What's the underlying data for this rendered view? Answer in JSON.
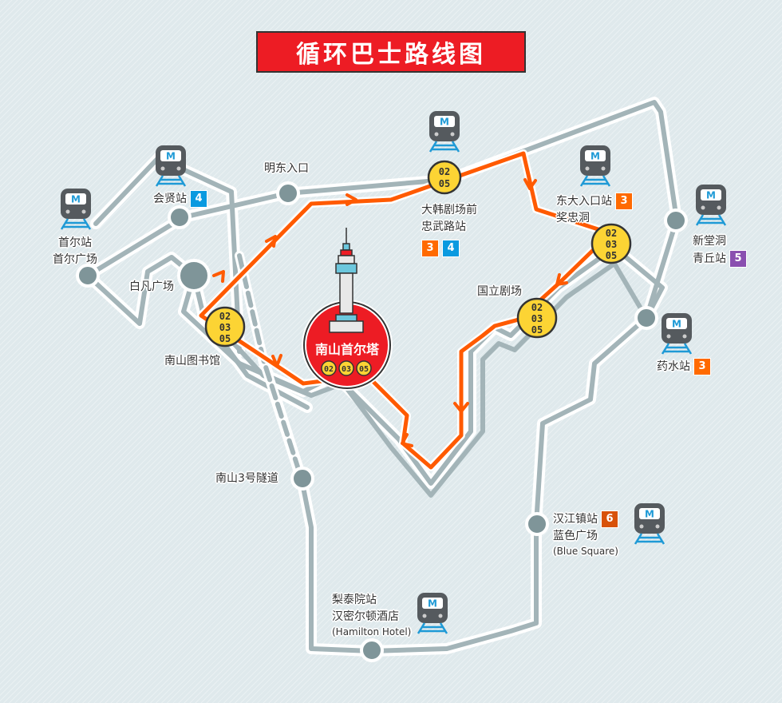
{
  "title": "循环巴士路线图",
  "colors": {
    "title_bg": "#ed1c24",
    "bus_route": "#ff5a00",
    "road": "#a3b4b8",
    "station_node": "#7f9599",
    "stop_yellow": "#fcd434",
    "tower_circle": "#ed1c24",
    "line3": "#ff6a00",
    "line4": "#0a9ae0",
    "line5": "#8a4fb0",
    "line6": "#d8520a",
    "metro_icon_body": "#555a5e",
    "metro_icon_accent": "#1f9ad6"
  },
  "landmark": {
    "name": "南山首尔塔",
    "routes": [
      "02",
      "03",
      "05"
    ]
  },
  "bus_stops": [
    {
      "id": "namsan-library",
      "routes": [
        "02",
        "03",
        "05"
      ]
    },
    {
      "id": "daehan-theater",
      "routes": [
        "02",
        "05"
      ]
    },
    {
      "id": "jangchung",
      "routes": [
        "02",
        "03",
        "05"
      ]
    },
    {
      "id": "national-theater",
      "routes": [
        "02",
        "03",
        "05"
      ]
    }
  ],
  "labels": {
    "seoul_station": [
      "首尔站",
      "首尔广场"
    ],
    "hoehyeon": "会贤站",
    "myeongdong": "明东入口",
    "baekbeom": "白凡广场",
    "namsan_library": "南山图书馆",
    "daehan": [
      "大韩剧场前",
      "忠武路站"
    ],
    "dongdae": [
      "东大入口站",
      "奖忠洞"
    ],
    "sindang": [
      "新堂洞",
      "青丘站"
    ],
    "national_theater": "国立剧场",
    "yaksu": "药水站",
    "tunnel": "南山3号隧道",
    "hangang": [
      "汉江镇站",
      "蓝色广场",
      "(Blue Square)"
    ],
    "itaewon": [
      "梨泰院站",
      "汉密尔顿酒店",
      "(Hamilton Hotel)"
    ]
  },
  "line_badges": {
    "hoehyeon": "4",
    "daehan_a": "3",
    "daehan_b": "4",
    "dongdae": "3",
    "sindang": "5",
    "yaksu": "3",
    "hangang": "6"
  },
  "metro_icon_letter": "M"
}
